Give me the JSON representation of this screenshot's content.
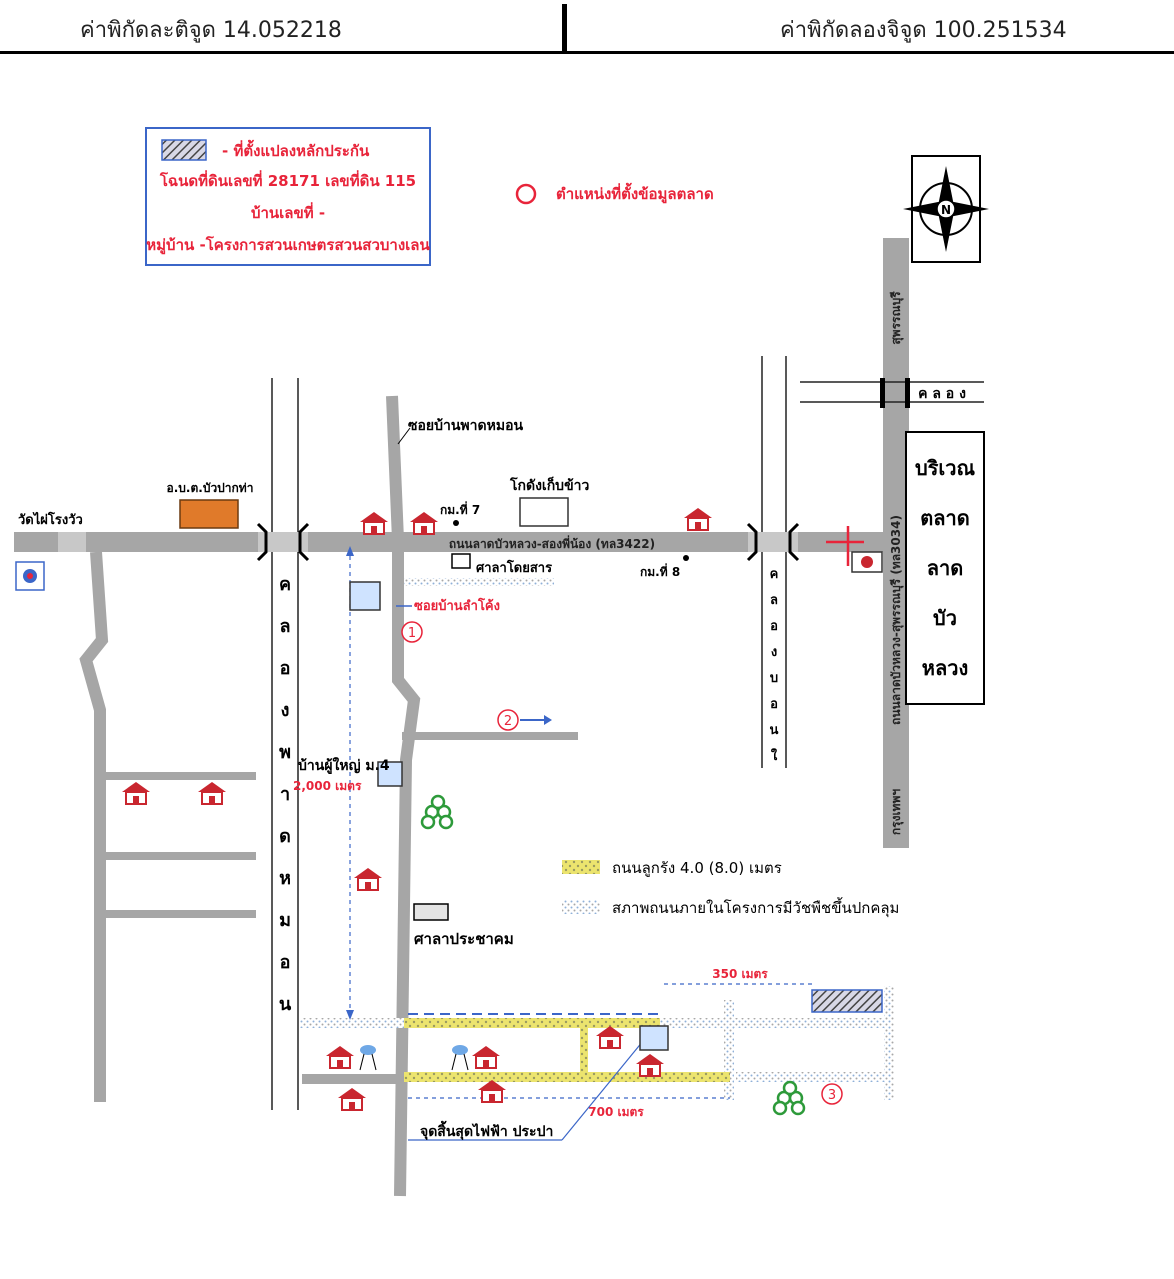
{
  "header": {
    "latitude_text": "ค่าพิกัดละติจูด 14.052218",
    "longitude_text": "ค่าพิกัดลองจิจูด 100.251534"
  },
  "legend_box": {
    "line1": "- ที่ตั้งแปลงหลักประกัน",
    "line2": "โฉนดที่ดินเลขที่ 28171  เลขที่ดิน 115",
    "line3": "บ้านเลขที่  -",
    "line4": "หมู่บ้าน -โครงการสวนเกษตรสวนสวบางเลน"
  },
  "market_legend": "ตำแหน่งที่ตั้งข้อมูลตลาด",
  "market_box": {
    "lines": [
      "บริเวณ",
      "ตลาด",
      "ลาด",
      "บัว",
      "หลวง"
    ]
  },
  "labels": {
    "wat": "วัดไผ่โรงวัว",
    "school": "อ.บ.ต.บัวปากท่า",
    "soi_pat": "ซอยบ้านพาดหมอน",
    "rice_barn": "โกดังเก็บข้าว",
    "km7": "กม.ที่ 7",
    "km8": "กม.ที่ 8",
    "main_road": "ถนนลาดบัวหลวง-สองพี่น้อง (ทล3422)",
    "bus_stop": "ศาลาโดยสาร",
    "soi_lamkhong": "ซอยบ้านลำโค้ง",
    "headman": "บ้านผู้ใหญ่ ม.4",
    "distance_2000": "2,000 เมตร",
    "community_hall": "ศาลาประชาคม",
    "distance_350": "350 เมตร",
    "distance_700": "700 เมตร",
    "utility_end": "จุดสิ้นสุดไฟฟ้า ประปา",
    "canal_top": "ค ล อ ง",
    "canal_pat": "คลองพาดหมอน",
    "canal_bo": "คลองบอนใหญ่",
    "hwy_top": "สุพรรณบุรี",
    "hwy_mid": "ถนนลาดบัวหลวง-สุพรรณบุรี (ทล3034)",
    "hwy_bottom": "กรุงเทพฯ",
    "north": "N"
  },
  "markers": {
    "m1": "1",
    "m2": "2",
    "m3": "3"
  },
  "map_legend": {
    "gravel": "ถนนลูกรัง 4.0 (8.0) เมตร",
    "overgrown": "สภาพถนนภายในโครงการมีวัชพืชขึ้นปกคลุม"
  },
  "colors": {
    "road_gray": "#a6a6a6",
    "red_text": "#e8243a",
    "blue_box": "#3b66c8",
    "gravel_yellow": "#e9e06a",
    "dotted_blue": "#8fb0d9"
  }
}
